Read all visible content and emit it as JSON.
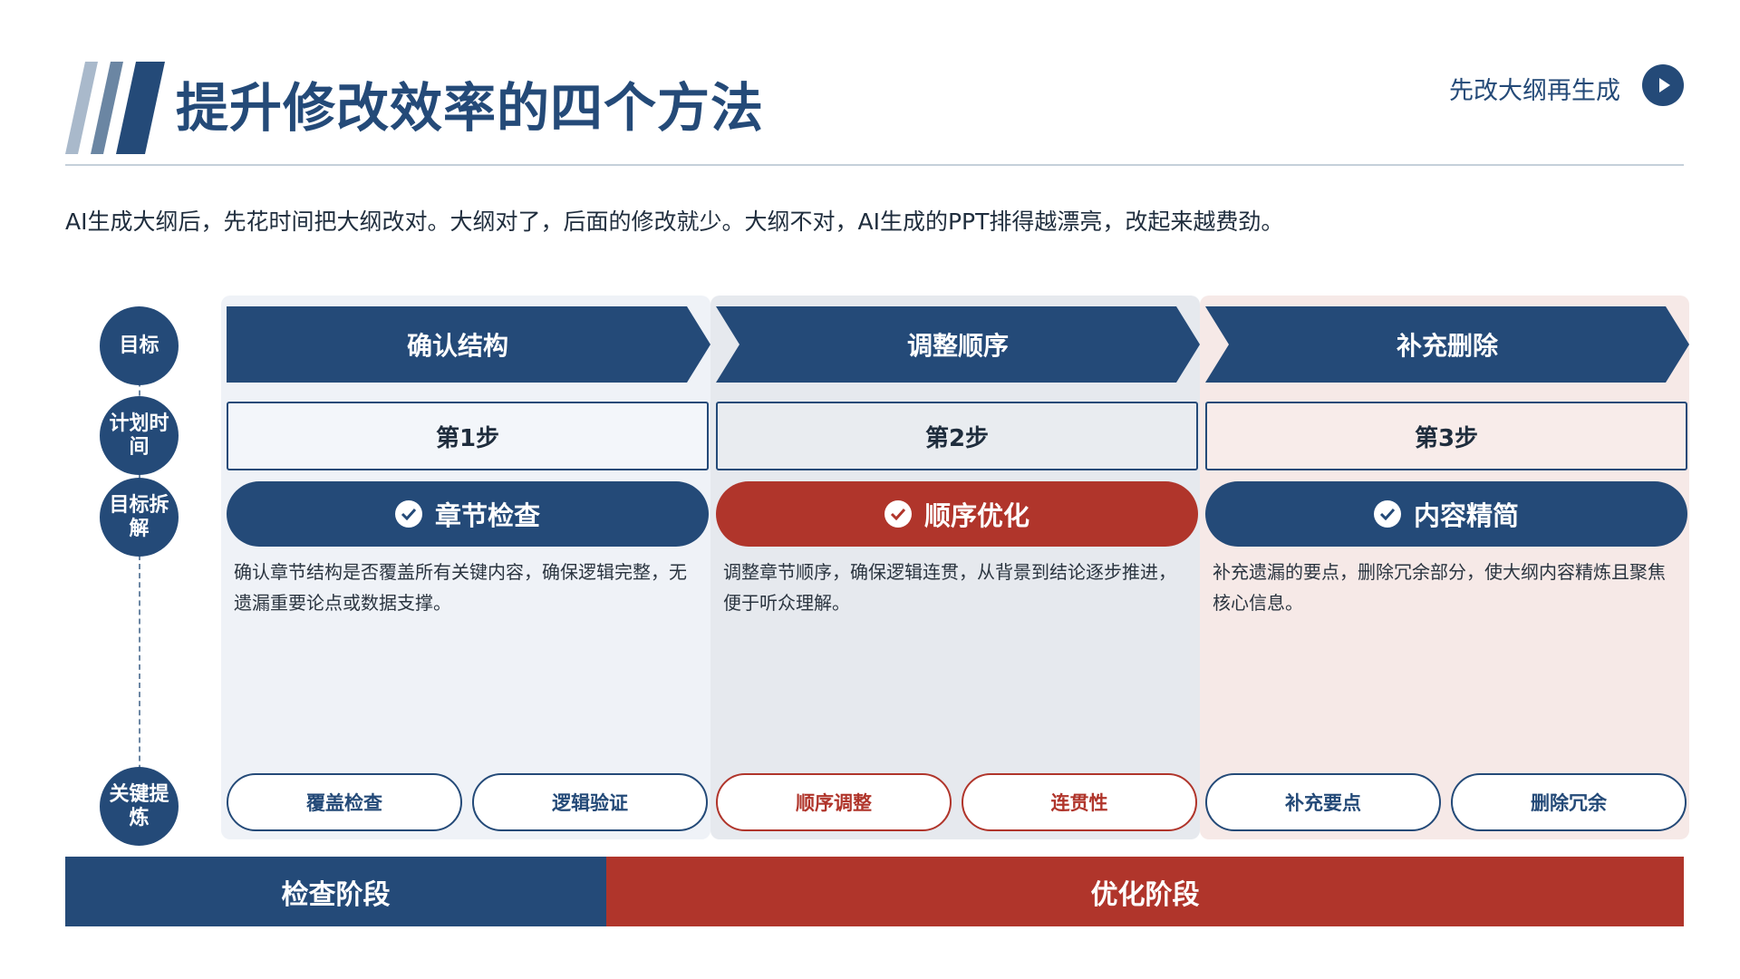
{
  "header": {
    "title": "提升修改效率的四个方法",
    "hint": "先改大纲再生成",
    "intro": "AI生成大纲后，先花时间把大纲改对。大纲对了，后面的修改就少。大纲不对，AI生成的PPT排得越漂亮，改起来越费劲。"
  },
  "rows": {
    "goal": "目标",
    "plan_time": "计划时间",
    "breakdown": "目标拆解",
    "key_points": "关键提炼"
  },
  "columns": [
    {
      "goal": "确认结构",
      "step": "第1步",
      "task": "章节检查",
      "description": "确认章节结构是否覆盖所有关键内容，确保逻辑完整，无遗漏重要论点或数据支撑。",
      "tags": [
        "覆盖检查",
        "逻辑验证"
      ]
    },
    {
      "goal": "调整顺序",
      "step": "第2步",
      "task": "顺序优化",
      "description": "调整章节顺序，确保逻辑连贯，从背景到结论逐步推进，便于听众理解。",
      "tags": [
        "顺序调整",
        "连贯性"
      ]
    },
    {
      "goal": "补充删除",
      "step": "第3步",
      "task": "内容精简",
      "description": "补充遗漏的要点，删除冗余部分，使大纲内容精炼且聚焦核心信息。",
      "tags": [
        "补充要点",
        "删除冗余"
      ]
    }
  ],
  "phases": {
    "check": "检查阶段",
    "optimize": "优化阶段"
  },
  "colors": {
    "navy": "#244a78",
    "red": "#b0352b",
    "col1_bg": "#eff2f7",
    "col2_bg": "#e6e9ee",
    "col3_bg": "#f6e9e7",
    "stripe_light": "#a9b9cb",
    "stripe_mid": "#6b86a3"
  },
  "icons": {
    "hint_button": "play-icon",
    "task_badge": "check-circle-icon"
  }
}
